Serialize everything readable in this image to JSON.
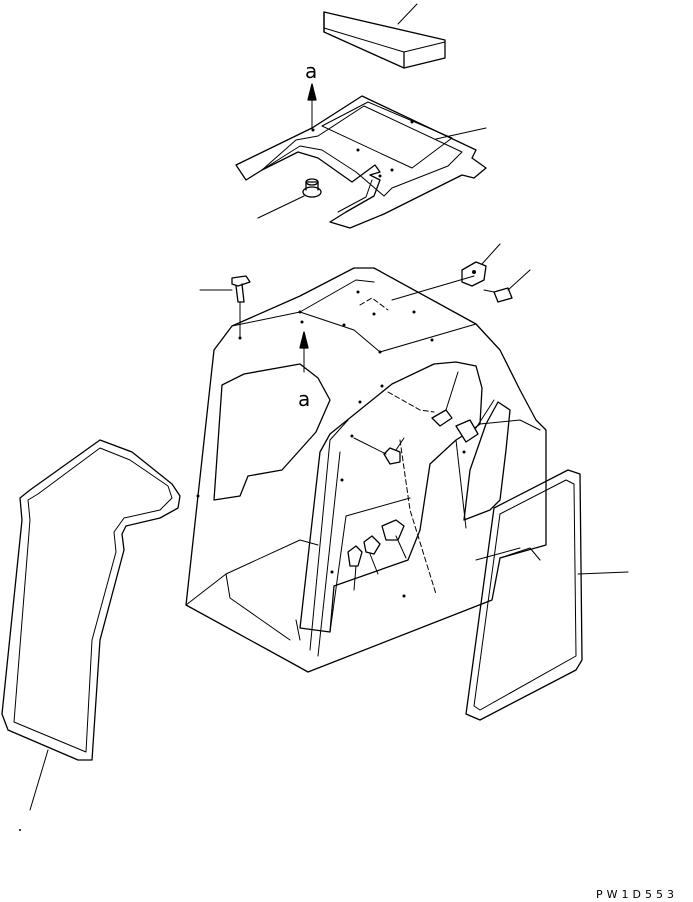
{
  "markers": {
    "upper": "a",
    "lower": "a"
  },
  "drawing_code": "PW1D553",
  "colors": {
    "line": "#000000",
    "background": "#ffffff"
  }
}
